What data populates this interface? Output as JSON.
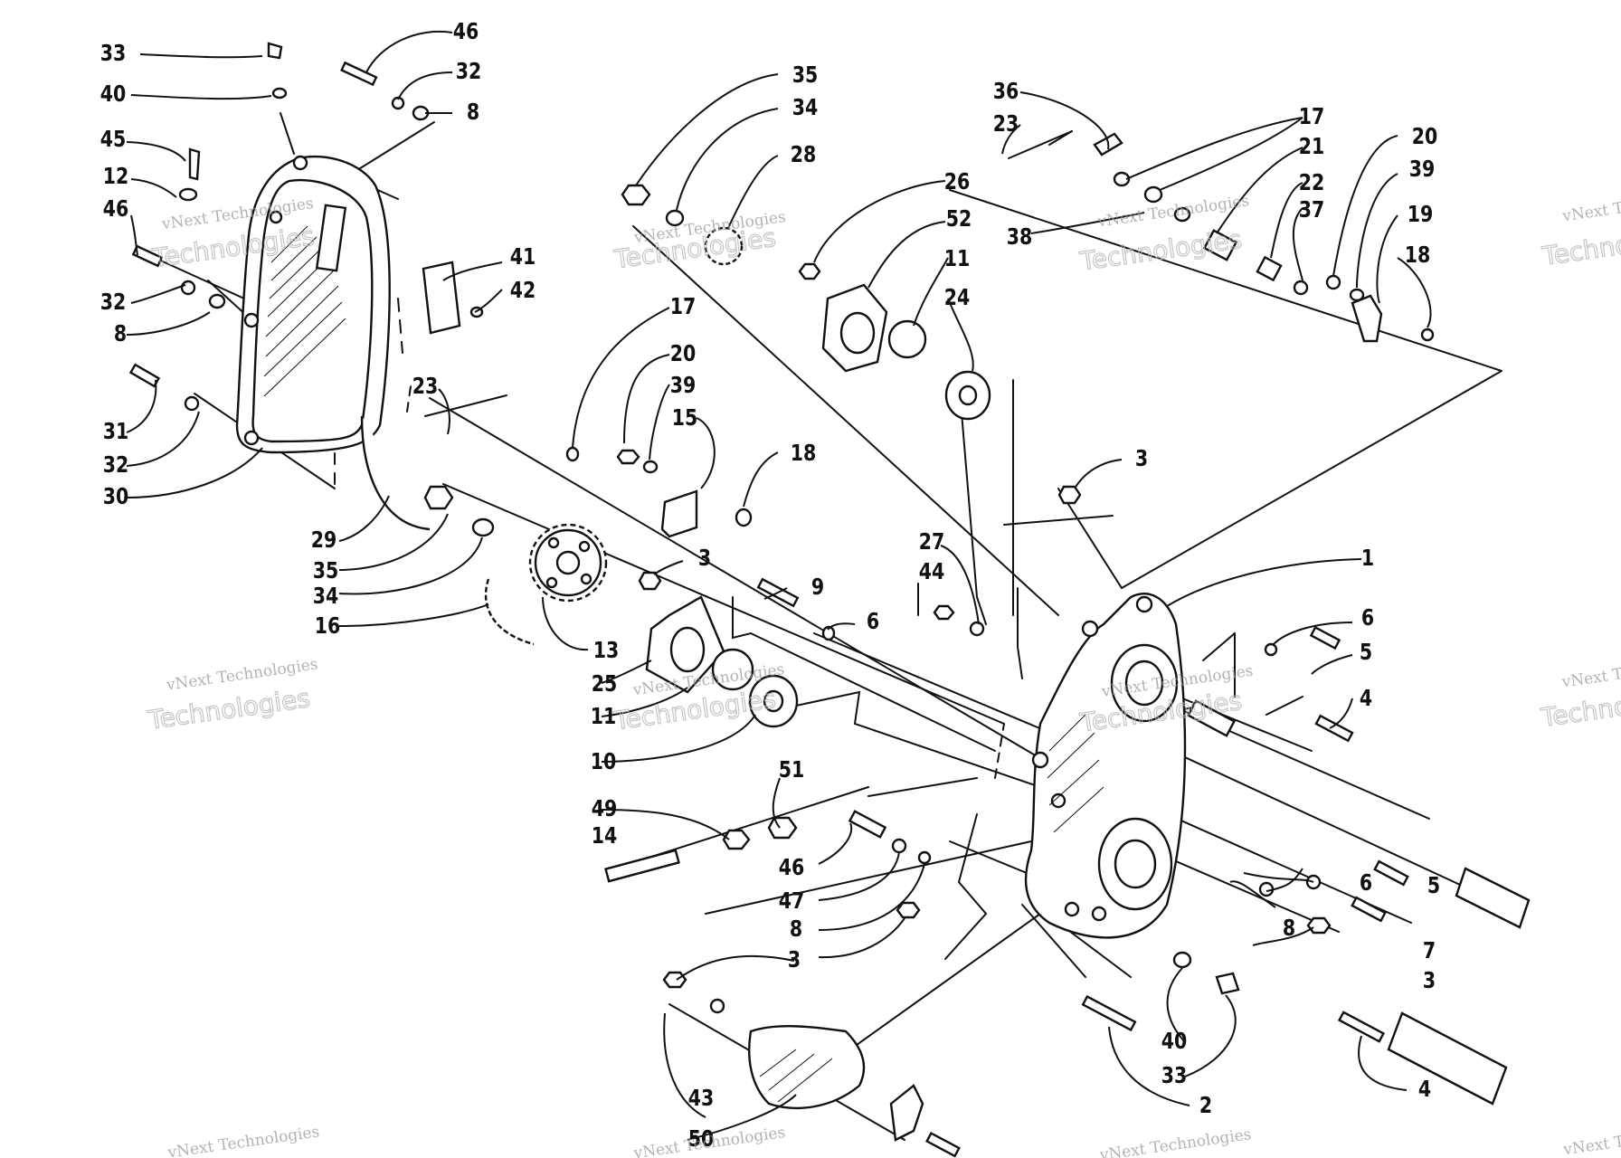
{
  "diagram": {
    "type": "exploded-parts-diagram",
    "watermark": {
      "line1": "vNext Technologies",
      "line2": "Technologies"
    },
    "callouts": [
      "33",
      "40",
      "45",
      "12",
      "46",
      "32",
      "8",
      "31",
      "32",
      "30",
      "29",
      "35",
      "34",
      "16",
      "46",
      "32",
      "8",
      "41",
      "42",
      "23",
      "17",
      "20",
      "39",
      "15",
      "18",
      "3",
      "13",
      "25",
      "11",
      "10",
      "9",
      "6",
      "35",
      "34",
      "28",
      "26",
      "52",
      "11",
      "24",
      "36",
      "23",
      "38",
      "17",
      "21",
      "22",
      "37",
      "20",
      "39",
      "19",
      "18",
      "3",
      "27",
      "44",
      "1",
      "6",
      "5",
      "4",
      "51",
      "49",
      "14",
      "46",
      "47",
      "8",
      "3",
      "6",
      "5",
      "8",
      "7",
      "3",
      "40",
      "33",
      "2",
      "4",
      "43",
      "50"
    ]
  }
}
